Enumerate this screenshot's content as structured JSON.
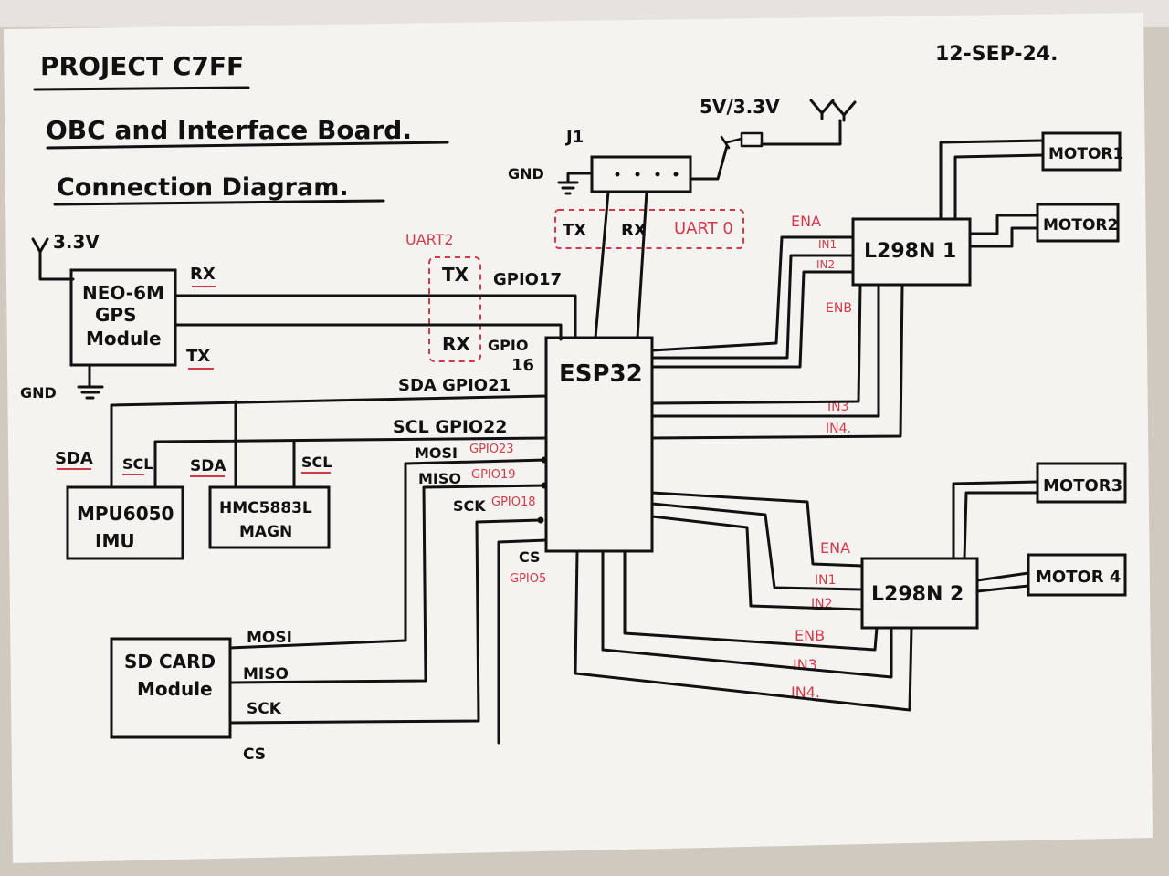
{
  "title": {
    "project": "PROJECT C7FF",
    "line2": "OBC and Interface Board.",
    "line3": "Connection Diagram."
  },
  "date": "12-SEP-24.",
  "power": {
    "v33": "3.3V",
    "v5": "5V/3.3V",
    "gnd_j1": "GND",
    "gnd_gps": "GND"
  },
  "j1": {
    "label": "J1",
    "tx": "TX",
    "rx": "RX",
    "uart": "UART 0"
  },
  "gps": {
    "lines": [
      "NEO-6M",
      "GPS",
      "Module"
    ],
    "rx": "RX",
    "tx": "TX"
  },
  "uart2": {
    "label": "UART2",
    "tx": "TX",
    "rx": "RX",
    "gpio17": "GPIO17",
    "gpio16a": "GPIO",
    "gpio16b": "16"
  },
  "esp32": {
    "label": "ESP32"
  },
  "i2c": {
    "sda_pin": "SDA GPIO21",
    "scl_pin": "SCL GPIO22"
  },
  "spi_pins": {
    "mosi": "MOSI",
    "mosi_gpio": "GPIO23",
    "miso": "MISO",
    "miso_gpio": "GPIO19",
    "sck": "SCK",
    "sck_gpio": "GPIO18",
    "cs": "CS",
    "cs_gpio": "GPIO5"
  },
  "mpu": {
    "lines": [
      "MPU6050",
      "IMU"
    ],
    "sda": "SDA",
    "scl": "SCL"
  },
  "hmc": {
    "lines": [
      "HMC5883L",
      "MAGN"
    ],
    "sda": "SDA",
    "scl": "SCL"
  },
  "sd": {
    "lines": [
      "SD CARD",
      "Module"
    ],
    "mosi": "MOSI",
    "miso": "MISO",
    "sck": "SCK",
    "cs": "CS"
  },
  "driver1": {
    "label": "L298N 1",
    "ena": "ENA",
    "in1": "IN1",
    "in2": "IN2",
    "enb": "ENB",
    "in3": "IN3",
    "in4": "IN4."
  },
  "driver2": {
    "label": "L298N 2",
    "ena": "ENA",
    "in1": "IN1",
    "in2": "IN2",
    "enb": "ENB",
    "in3": "IN3",
    "in4": "IN4."
  },
  "motors": {
    "m1": "MOTOR1",
    "m2": "MOTOR2",
    "m3": "MOTOR3",
    "m4": "MOTOR 4"
  },
  "colors": {
    "ink": "#111111",
    "red": "#d23a4c",
    "paper": "#f4f3f0"
  }
}
